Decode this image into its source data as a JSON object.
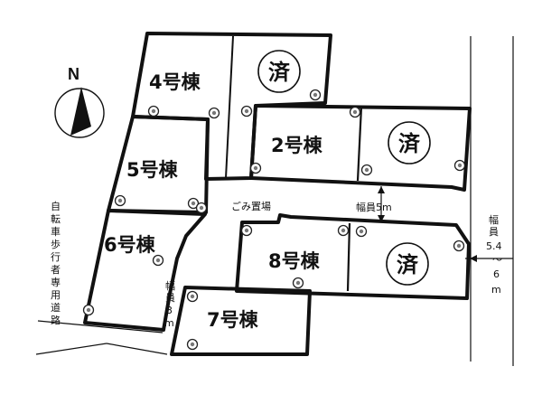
{
  "compass": {
    "north_label": "N"
  },
  "lots": [
    {
      "id": "4",
      "label": "4号棟"
    },
    {
      "id": "5",
      "label": "5号棟"
    },
    {
      "id": "6",
      "label": "6号棟"
    },
    {
      "id": "2",
      "label": "2号棟"
    },
    {
      "id": "8",
      "label": "8号棟"
    },
    {
      "id": "7",
      "label": "7号棟"
    }
  ],
  "sold_mark": "済",
  "sold_lot_count": 3,
  "labels": {
    "garbage_area": "ごみ置場",
    "road_width_center": "幅員5m",
    "road_width_right": "幅員 5.4 ～ 6 m",
    "road_width_left": "幅員 3 m",
    "pedestrian_path": "自転車歩行者専用道路"
  }
}
